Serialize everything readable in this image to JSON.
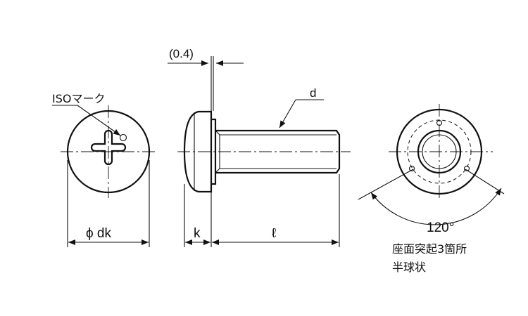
{
  "labels": {
    "iso_mark": "ISOマーク",
    "thin_gap": "(0.4)",
    "thread_dia": "d",
    "head_dia": "ϕ dk",
    "head_height": "k",
    "length": "ℓ",
    "angle": "120°",
    "note_line1": "座面突起3箇所",
    "note_line2": "半球状"
  }
}
